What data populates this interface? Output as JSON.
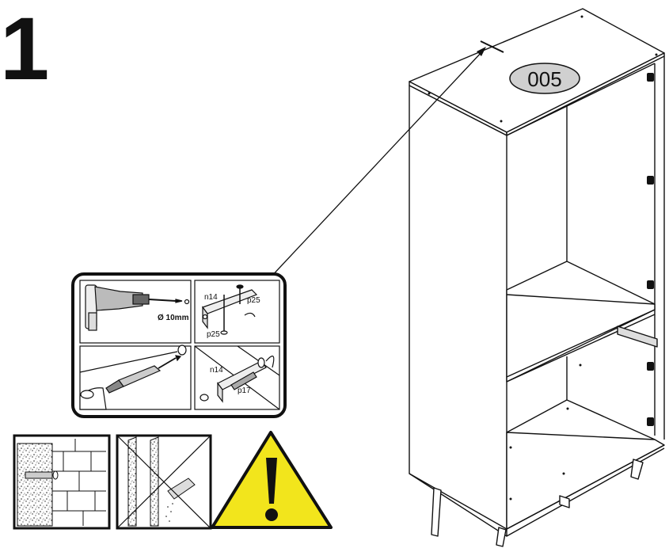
{
  "step": {
    "number": "1"
  },
  "part": {
    "code": "005"
  },
  "detail_panels": {
    "drill_diameter": "Ø 10mm",
    "bracket_screw_top": "p25",
    "bracket_screw_bottom": "p25",
    "bracket_part_top": "n14",
    "bracket_part_bottom": "n14",
    "bracket_plug": "p17"
  },
  "warning": {
    "icon": "warning-exclamation-icon",
    "color": "#f2e51c"
  },
  "icons": {
    "drill": "drill-icon",
    "wall_plug": "wall-plug-icon",
    "bracket": "angle-bracket-icon",
    "solid_wall": "brick-wall-icon",
    "hollow_wall": "hollow-wall-crossed-icon"
  }
}
